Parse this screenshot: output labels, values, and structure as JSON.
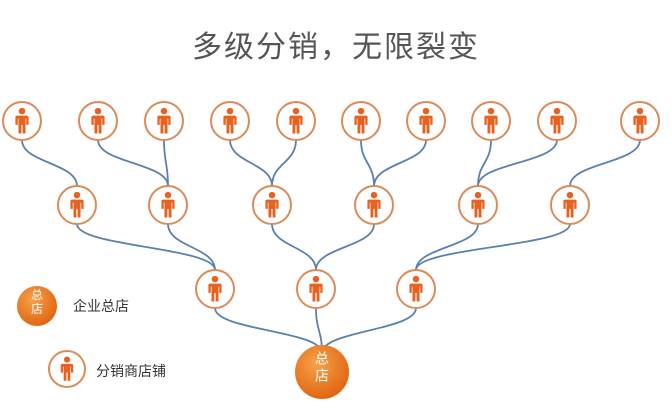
{
  "title": "多级分销，无限裂变",
  "legend": {
    "hq_label": "企业总店",
    "store_label": "分销商店铺"
  },
  "hq_glyphs": [
    "总",
    "店"
  ],
  "colors": {
    "person": "#e8611f",
    "ring": "#d98b5a",
    "link": "#5b80ad",
    "hq_fill": "#ec7a1c"
  },
  "icons": {
    "store": "person-icon",
    "hq": "hq-badge-icon"
  },
  "tree": {
    "root": "hq",
    "levels": [
      [
        "l1a",
        "l1b",
        "l1c"
      ],
      [
        "l2a",
        "l2b",
        "l2c",
        "l2d",
        "l2e",
        "l2f"
      ],
      [
        "l3a",
        "l3b",
        "l3c",
        "l3d",
        "l3e",
        "l3f",
        "l3g",
        "l3h",
        "l3i",
        "l3j"
      ]
    ],
    "edges": [
      [
        "hq",
        "l1a"
      ],
      [
        "hq",
        "l1b"
      ],
      [
        "hq",
        "l1c"
      ],
      [
        "l1a",
        "l2a"
      ],
      [
        "l1a",
        "l2b"
      ],
      [
        "l1b",
        "l2c"
      ],
      [
        "l1b",
        "l2d"
      ],
      [
        "l1c",
        "l2e"
      ],
      [
        "l1c",
        "l2f"
      ],
      [
        "l2a",
        "l3a"
      ],
      [
        "l2b",
        "l3b"
      ],
      [
        "l2b",
        "l3c"
      ],
      [
        "l2c",
        "l3d"
      ],
      [
        "l2c",
        "l3e"
      ],
      [
        "l2d",
        "l3f"
      ],
      [
        "l2d",
        "l3g"
      ],
      [
        "l2e",
        "l3h"
      ],
      [
        "l2e",
        "l3i"
      ],
      [
        "l2f",
        "l3j"
      ]
    ]
  }
}
